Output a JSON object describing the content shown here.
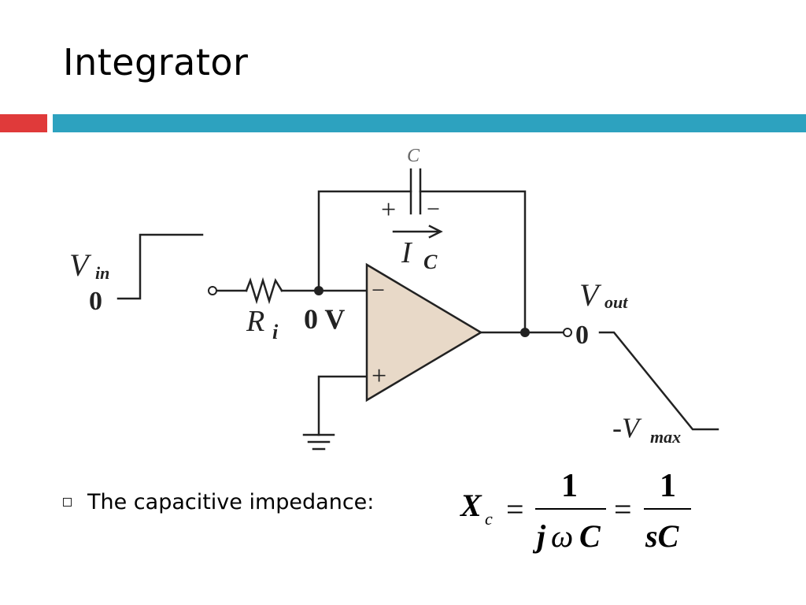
{
  "title": "Integrator",
  "circuit": {
    "capacitor_label": "C",
    "cap_plus": "+",
    "cap_minus": "−",
    "current_symbol": "I",
    "current_subscript": "C",
    "vin_symbol": "V",
    "vin_subscript": "in",
    "vin_zero": "0",
    "resistor_symbol": "R",
    "resistor_subscript": "i",
    "virtual_ground": "0 V",
    "opamp_minus": "−",
    "opamp_plus": "+",
    "vout_symbol": "V",
    "vout_subscript": "out",
    "vout_zero": "0",
    "vmax_prefix": "-V",
    "vmax_subscript": "max"
  },
  "bullet": {
    "text": "The capacitive impedance:"
  },
  "formula": {
    "lhs_symbol": "X",
    "lhs_subscript": "c",
    "eq": "=",
    "num1": "1",
    "den1_j": "j",
    "den1_omega": "ω",
    "den1_C": "C",
    "num2": "1",
    "den2": "sC"
  },
  "colors": {
    "red_bar": "#e03a3a",
    "blue_bar": "#2da2bf",
    "opamp_fill": "#e8d9c8"
  }
}
